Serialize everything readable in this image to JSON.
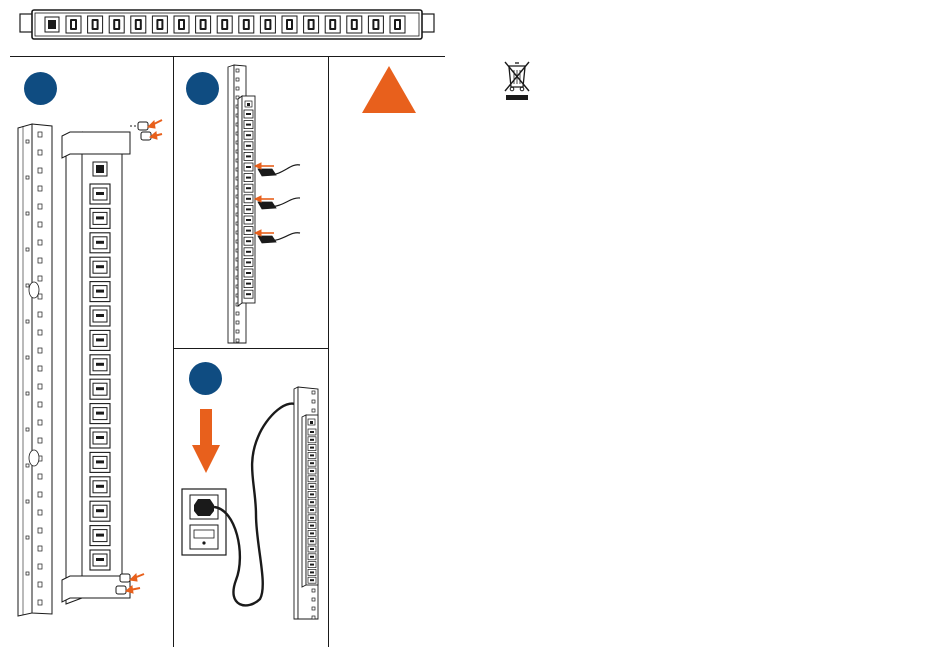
{
  "colors": {
    "step_badge": "#0f4c81",
    "accent_arrow": "#e8601c",
    "line": "#1a1a1a",
    "paper": "#ffffff"
  },
  "icons": {
    "header": "pdu-strip-icon",
    "warning": "warning-triangle-icon",
    "weee": "crossed-out-wheelie-bin-icon"
  },
  "pdu_header": {
    "outlet_count": 16
  },
  "panels": [
    {
      "id": "step-1",
      "badge_text": "",
      "illustration": "mounting-pdu-to-rack-with-screws"
    },
    {
      "id": "step-2",
      "badge_text": "",
      "illustration": "plugging-power-cords-into-pdu-outlets"
    },
    {
      "id": "step-3",
      "badge_text": "",
      "illustration": "plugging-pdu-plug-into-wall-receptacle"
    }
  ],
  "panel2_outlet_count": 18,
  "panel3_outlet_count": 20
}
